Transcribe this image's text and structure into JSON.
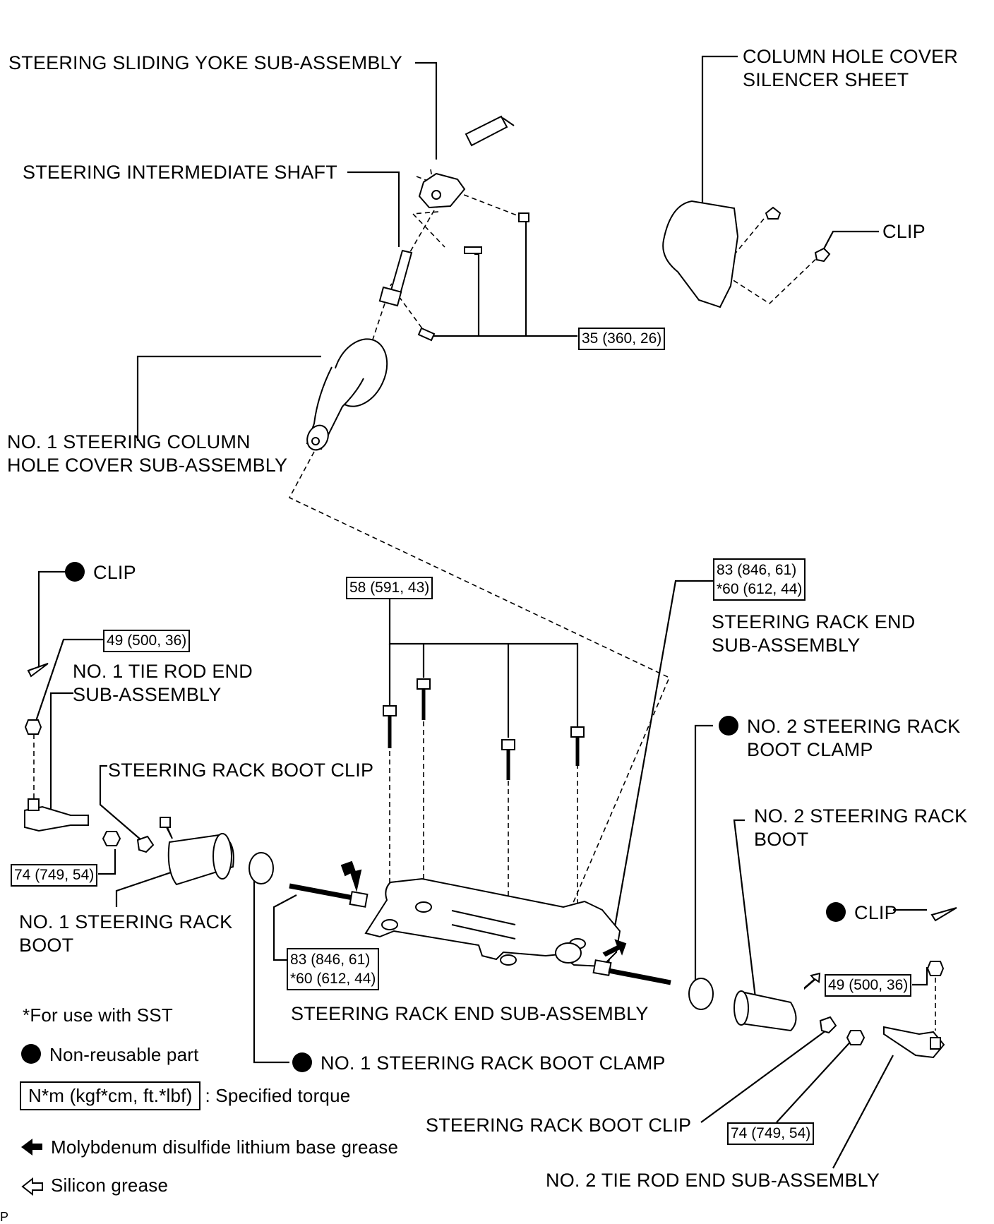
{
  "labels": {
    "sliding_yoke": "STEERING SLIDING YOKE SUB-ASSEMBLY",
    "intermediate_shaft": "STEERING INTERMEDIATE SHAFT",
    "column_hole_cover_line1": "COLUMN HOLE COVER",
    "column_hole_cover_line2": "SILENCER SHEET",
    "clip_top": "CLIP",
    "no1_column_hole_cover_line1": "NO. 1 STEERING COLUMN",
    "no1_column_hole_cover_line2": "HOLE COVER SUB-ASSEMBLY",
    "clip_left": "CLIP",
    "no1_tie_rod_line1": "NO. 1 TIE ROD END",
    "no1_tie_rod_line2": "SUB-ASSEMBLY",
    "rack_boot_clip_left": "STEERING RACK BOOT CLIP",
    "no1_rack_boot_line1": "NO. 1 STEERING RACK",
    "no1_rack_boot_line2": "BOOT",
    "rack_end_right_line1": "STEERING RACK END",
    "rack_end_right_line2": "SUB-ASSEMBLY",
    "no2_boot_clamp_line1": "NO. 2 STEERING RACK",
    "no2_boot_clamp_line2": "BOOT CLAMP",
    "no2_rack_boot_line1": "NO. 2 STEERING RACK",
    "no2_rack_boot_line2": "BOOT",
    "clip_right": "CLIP",
    "rack_end_left": "STEERING RACK END SUB-ASSEMBLY",
    "no1_boot_clamp": "NO. 1 STEERING RACK BOOT CLAMP",
    "rack_boot_clip_right": "STEERING RACK BOOT CLIP",
    "no2_tie_rod": "NO. 2 TIE ROD END SUB-ASSEMBLY",
    "corner_mark": "P"
  },
  "torques": {
    "shaft_bolts": "35 (360, 26)",
    "rack_mount": "58 (591, 43)",
    "rack_end_right_1": "83 (846, 61)",
    "rack_end_right_2": "*60 (612, 44)",
    "tie_rod_nut_left": "49 (500, 36)",
    "lock_nut_left": "74 (749, 54)",
    "rack_end_left_1": "83 (846, 61)",
    "rack_end_left_2": "*60 (612, 44)",
    "tie_rod_nut_right": "49 (500, 36)",
    "lock_nut_right": "74 (749, 54)"
  },
  "legend": {
    "sst_note": "*For use with SST",
    "non_reusable": "Non-reusable part",
    "torque_units": "N*m (kgf*cm, ft.*lbf)",
    "torque_desc": ": Specified torque",
    "moly_grease": "Molybdenum disulfide lithium base grease",
    "silicon_grease": "Silicon grease"
  }
}
